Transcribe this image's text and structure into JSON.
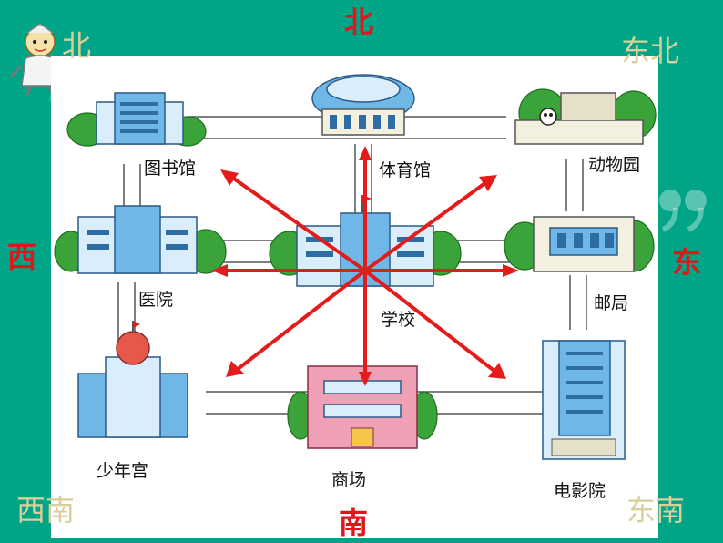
{
  "directions": {
    "north": "北",
    "south": "南",
    "east": "东",
    "west": "西",
    "northeast": "东北",
    "northwest": "北",
    "southeast": "东南",
    "southwest": "西南"
  },
  "places": {
    "library": "图书馆",
    "gym": "体育馆",
    "zoo": "动物园",
    "hospital": "医院",
    "school": "学校",
    "post_office": "邮局",
    "childrens_palace": "少年宫",
    "mall": "商场",
    "cinema": "电影院"
  },
  "colors": {
    "background": "#00a587",
    "main_direction": "#e0161d",
    "diagonal_direction": "#d8cf9a",
    "arrow": "#e31b1b"
  },
  "icons": [
    "mascot-icon",
    "quote-mark-icon"
  ]
}
